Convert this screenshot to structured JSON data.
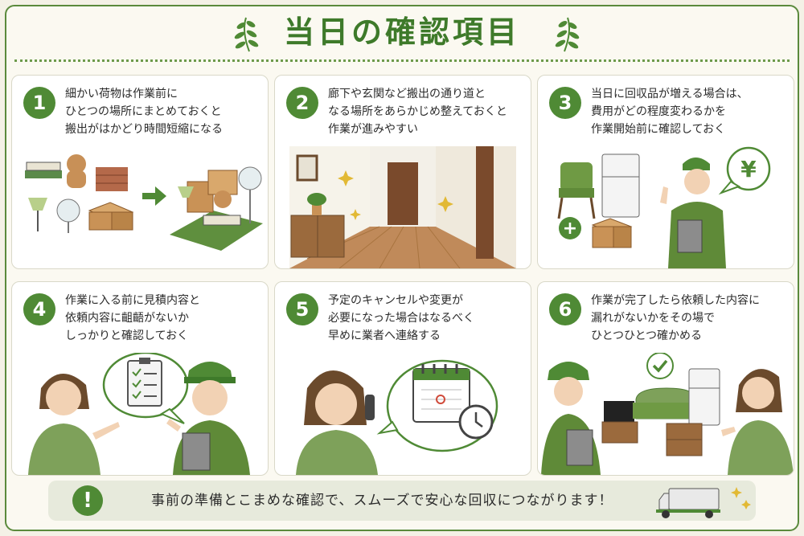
{
  "title": "当日の確認項目",
  "cards": [
    {
      "number": "1",
      "text": "細かい荷物は作業前に\nひとつの場所にまとめておくと\n搬出がはかどり時間短縮になる"
    },
    {
      "number": "2",
      "text": "廊下や玄関など搬出の通り道と\nなる場所をあらかじめ整えておくと\n作業が進みやすい"
    },
    {
      "number": "3",
      "text": "当日に回収品が増える場合は、\n費用がどの程度変わるかを\n作業開始前に確認しておく"
    },
    {
      "number": "4",
      "text": "作業に入る前に見積内容と\n依頼内容に齟齬がないか\nしっかりと確認しておく"
    },
    {
      "number": "5",
      "text": "予定のキャンセルや変更が\n必要になった場合はなるべく\n早めに業者へ連絡する"
    },
    {
      "number": "6",
      "text": "作業が完了したら依頼した内容に\n漏れがないかをその場で\nひとつひとつ確かめる"
    }
  ],
  "yen_symbol": "¥",
  "plus_symbol": "+",
  "footer": {
    "icon": "!",
    "text": "事前の準備とこまめな確認で、スムーズで安心な回収につながります！"
  }
}
